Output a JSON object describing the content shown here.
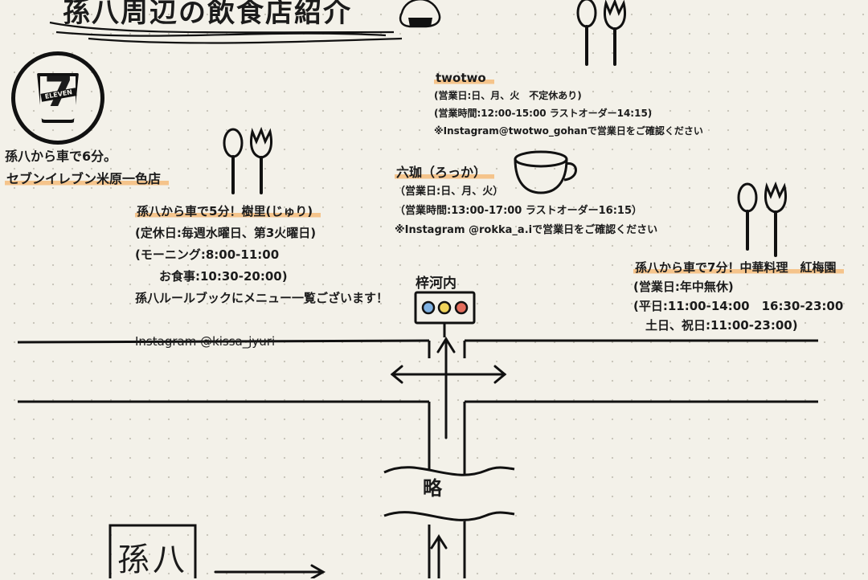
{
  "title": "孫八周辺の飲食店紹介",
  "seven_eleven": {
    "logo_text": "7",
    "logo_sub": "ELEVEN",
    "lines": [
      "孫八から車で6分。",
      "セブンイレブン米原一色店"
    ]
  },
  "jyuri": {
    "lines": [
      "孫八から車で5分！樹里(じゅり)",
      "(定休日:毎週水曜日、第3火曜日)",
      "(モーニング:8:00-11:00",
      "　　お食事:10:30-20:00)",
      "孫八ルールブックにメニュー一覧ございます！",
      "",
      "Instagram @kissa_jyuri"
    ]
  },
  "twotwo": {
    "name": "twotwo",
    "lines": [
      "(営業日:日、月、火　不定休あり)",
      "(営業時間:12:00-15:00 ラストオーダー14:15)",
      "※Instagram@twotwo_gohanで営業日をご確認ください"
    ]
  },
  "rokka": {
    "name": "六珈（ろっか）",
    "lines": [
      "（営業日:日、月、火）",
      "（営業時間:13:00-17:00 ラストオーダー16:15）",
      "※Instagram @rokka_a.iで営業日をご確認ください"
    ]
  },
  "kobai": {
    "lines": [
      "孫八から車で7分！中華料理　紅梅園",
      "(営業日:年中無休)",
      "(平日:11:00-14:00　16:30-23:00",
      "　土日、祝日:11:00-23:00)"
    ]
  },
  "map": {
    "signal_label": "梓河内",
    "abbreviation_label": "略",
    "magohachi_label": "孫八",
    "signal_colors": [
      "#7fb2e3",
      "#f0d35a",
      "#e46d5c"
    ]
  },
  "icons": [
    "onigiri-icon",
    "spoon-fork-icon",
    "coffee-cup-icon",
    "traffic-signal-icon"
  ]
}
